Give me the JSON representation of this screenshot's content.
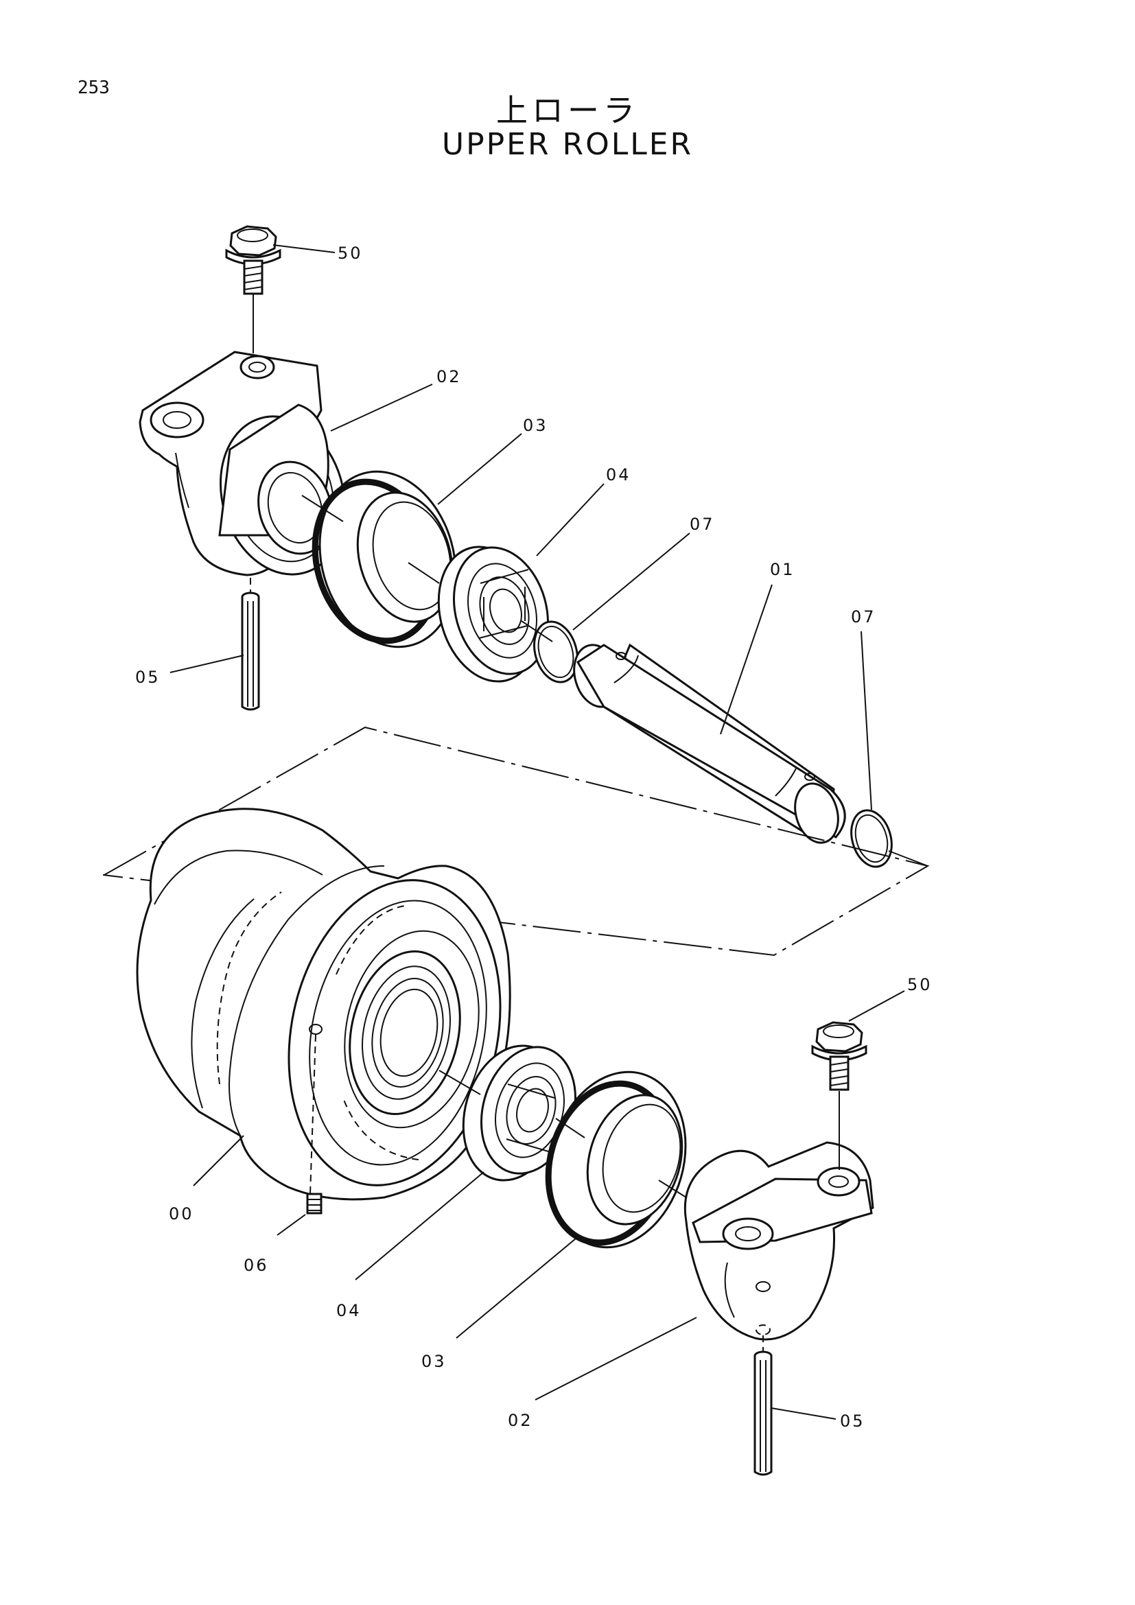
{
  "page_number": "253",
  "title_jp": "上ローラ",
  "title_en": "UPPER ROLLER",
  "callouts": {
    "c50a": "50",
    "c02a": "02",
    "c03a": "03",
    "c04a": "04",
    "c07a": "07",
    "c01": "01",
    "c07b": "07",
    "c05a": "05",
    "c50b": "50",
    "c00": "00",
    "c06": "06",
    "c04b": "04",
    "c03b": "03",
    "c02b": "02",
    "c05b": "05"
  }
}
